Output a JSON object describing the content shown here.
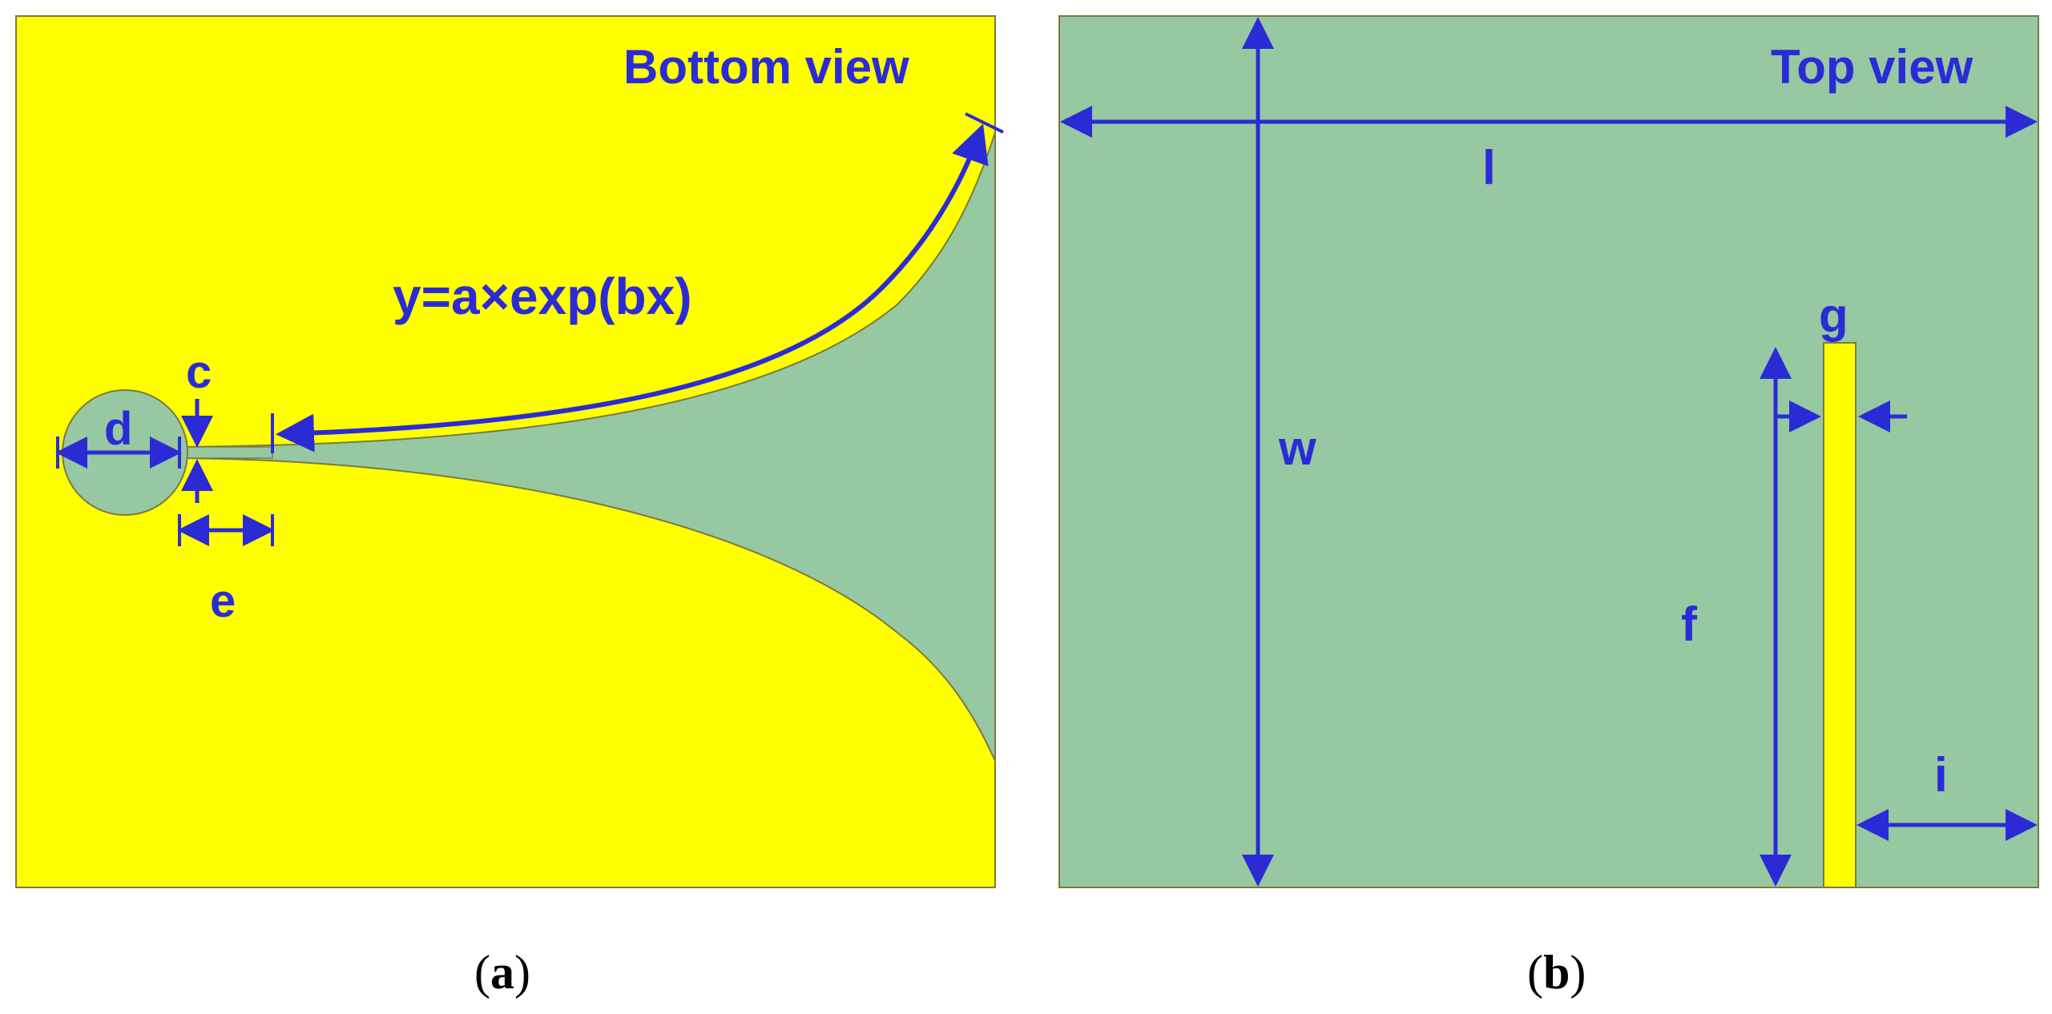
{
  "colors": {
    "copper": "#ffff00",
    "substrate": "#96c8a2",
    "annotation": "#2b2bd6",
    "outline": "#7a7a40"
  },
  "panel_a": {
    "view_label": "Bottom view",
    "formula": "y=a×exp(bx)",
    "labels": {
      "c": "c",
      "d": "d",
      "e": "e"
    },
    "caption_open": "(",
    "caption_letter": "a",
    "caption_close": ")"
  },
  "panel_b": {
    "view_label": "Top view",
    "labels": {
      "l": "l",
      "w": "w",
      "g": "g",
      "f": "f",
      "i": "i"
    },
    "caption_open": "(",
    "caption_letter": "b",
    "caption_close": ")"
  }
}
